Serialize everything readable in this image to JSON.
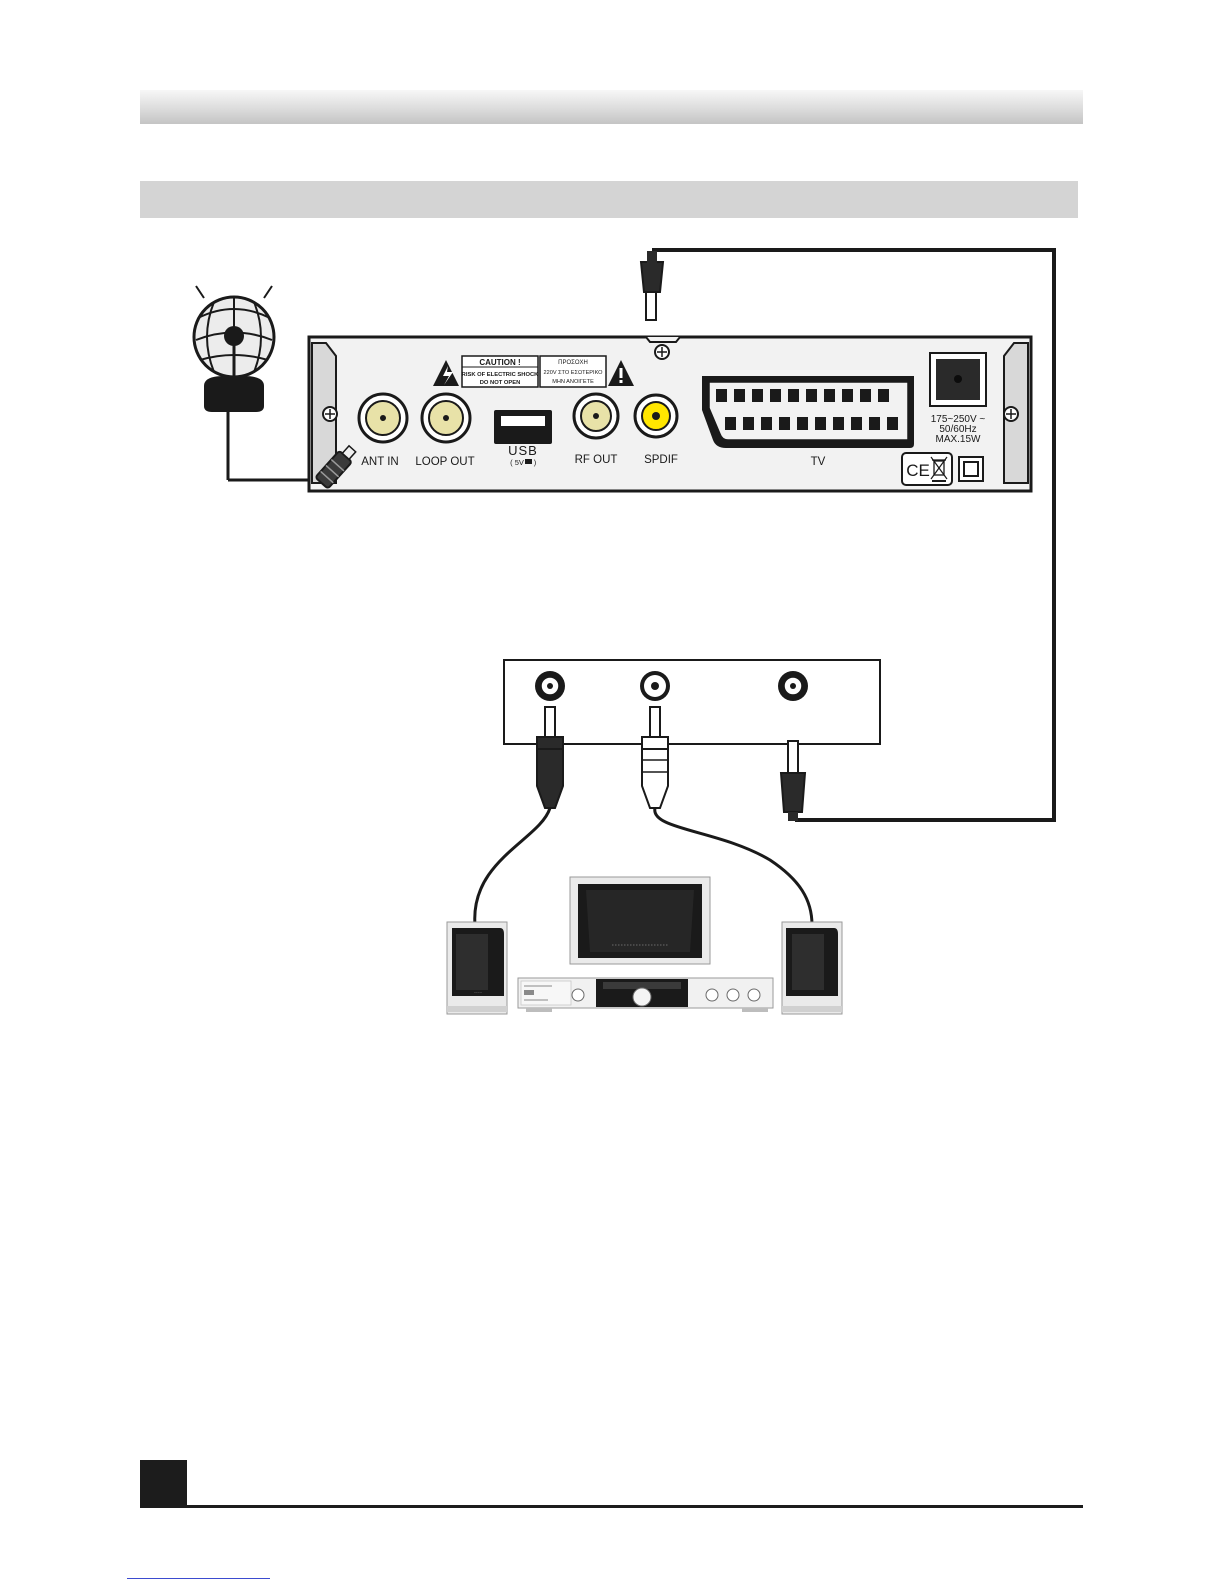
{
  "device": {
    "caution_en": {
      "title": "CAUTION !",
      "line1": "RISK OF ELECTRIC SHOCK",
      "line2": "DO NOT OPEN"
    },
    "caution_gr": {
      "title": "ΠΡΟΣΟΧΗ",
      "line1": "220V ΣΤΟ ΕΣΩΤΕΡΙΚΟ",
      "line2": "ΜΗΝ ΑΝΟΙΓΕΤΕ"
    },
    "ports": {
      "ant_in": "ANT IN",
      "loop_out": "LOOP OUT",
      "usb": "USB",
      "usb_rating": "( 5V",
      "usb_rating_end": ")",
      "rf_out": "RF OUT",
      "spdif": "SPDIF",
      "tv": "TV"
    },
    "power": {
      "line1": "175~250V ~",
      "line2": "50/60Hz",
      "line3": "MAX.15W"
    },
    "ce_mark": "CE"
  },
  "colors": {
    "coax_gold": "#e8e2a8",
    "spdif_yellow": "#ffe600",
    "ink": "#1a1a1a",
    "panel": "#f2f2f2"
  }
}
